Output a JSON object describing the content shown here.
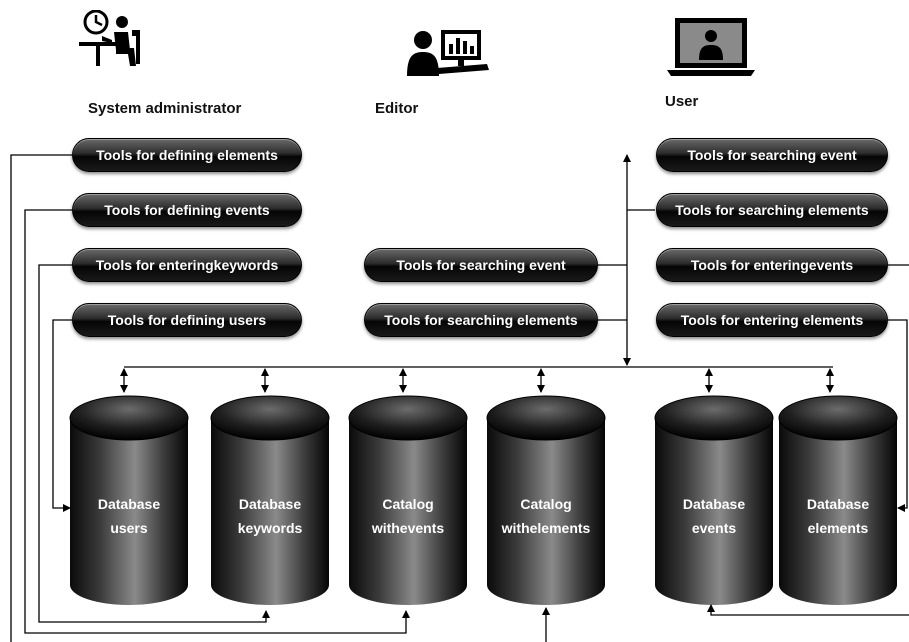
{
  "roles": {
    "admin": {
      "label": "System administrator",
      "icon": "admin-desk-clock-icon"
    },
    "editor": {
      "label": "Editor",
      "icon": "editor-monitor-chart-icon"
    },
    "user": {
      "label": "User",
      "icon": "user-laptop-person-icon"
    }
  },
  "admin_tools": [
    "Tools for defining elements",
    "Tools for defining events",
    "Tools for enteringkeywords",
    "Tools for defining users"
  ],
  "editor_tools": [
    "Tools for searching event",
    "Tools for searching elements"
  ],
  "user_tools": [
    "Tools for searching event",
    "Tools for searching elements",
    "Tools for enteringevents",
    "Tools for entering elements"
  ],
  "databases": [
    {
      "line1": "Database",
      "line2": "users"
    },
    {
      "line1": "Database",
      "line2": "keywords"
    },
    {
      "line1": "Catalog",
      "line2": "withevents"
    },
    {
      "line1": "Catalog",
      "line2": "withelements"
    },
    {
      "line1": "Database",
      "line2": "events"
    },
    {
      "line1": "Database",
      "line2": "elements"
    }
  ],
  "colors": {
    "button_dark": "#111111",
    "line": "#000000",
    "text_on_dark": "#ffffff"
  }
}
